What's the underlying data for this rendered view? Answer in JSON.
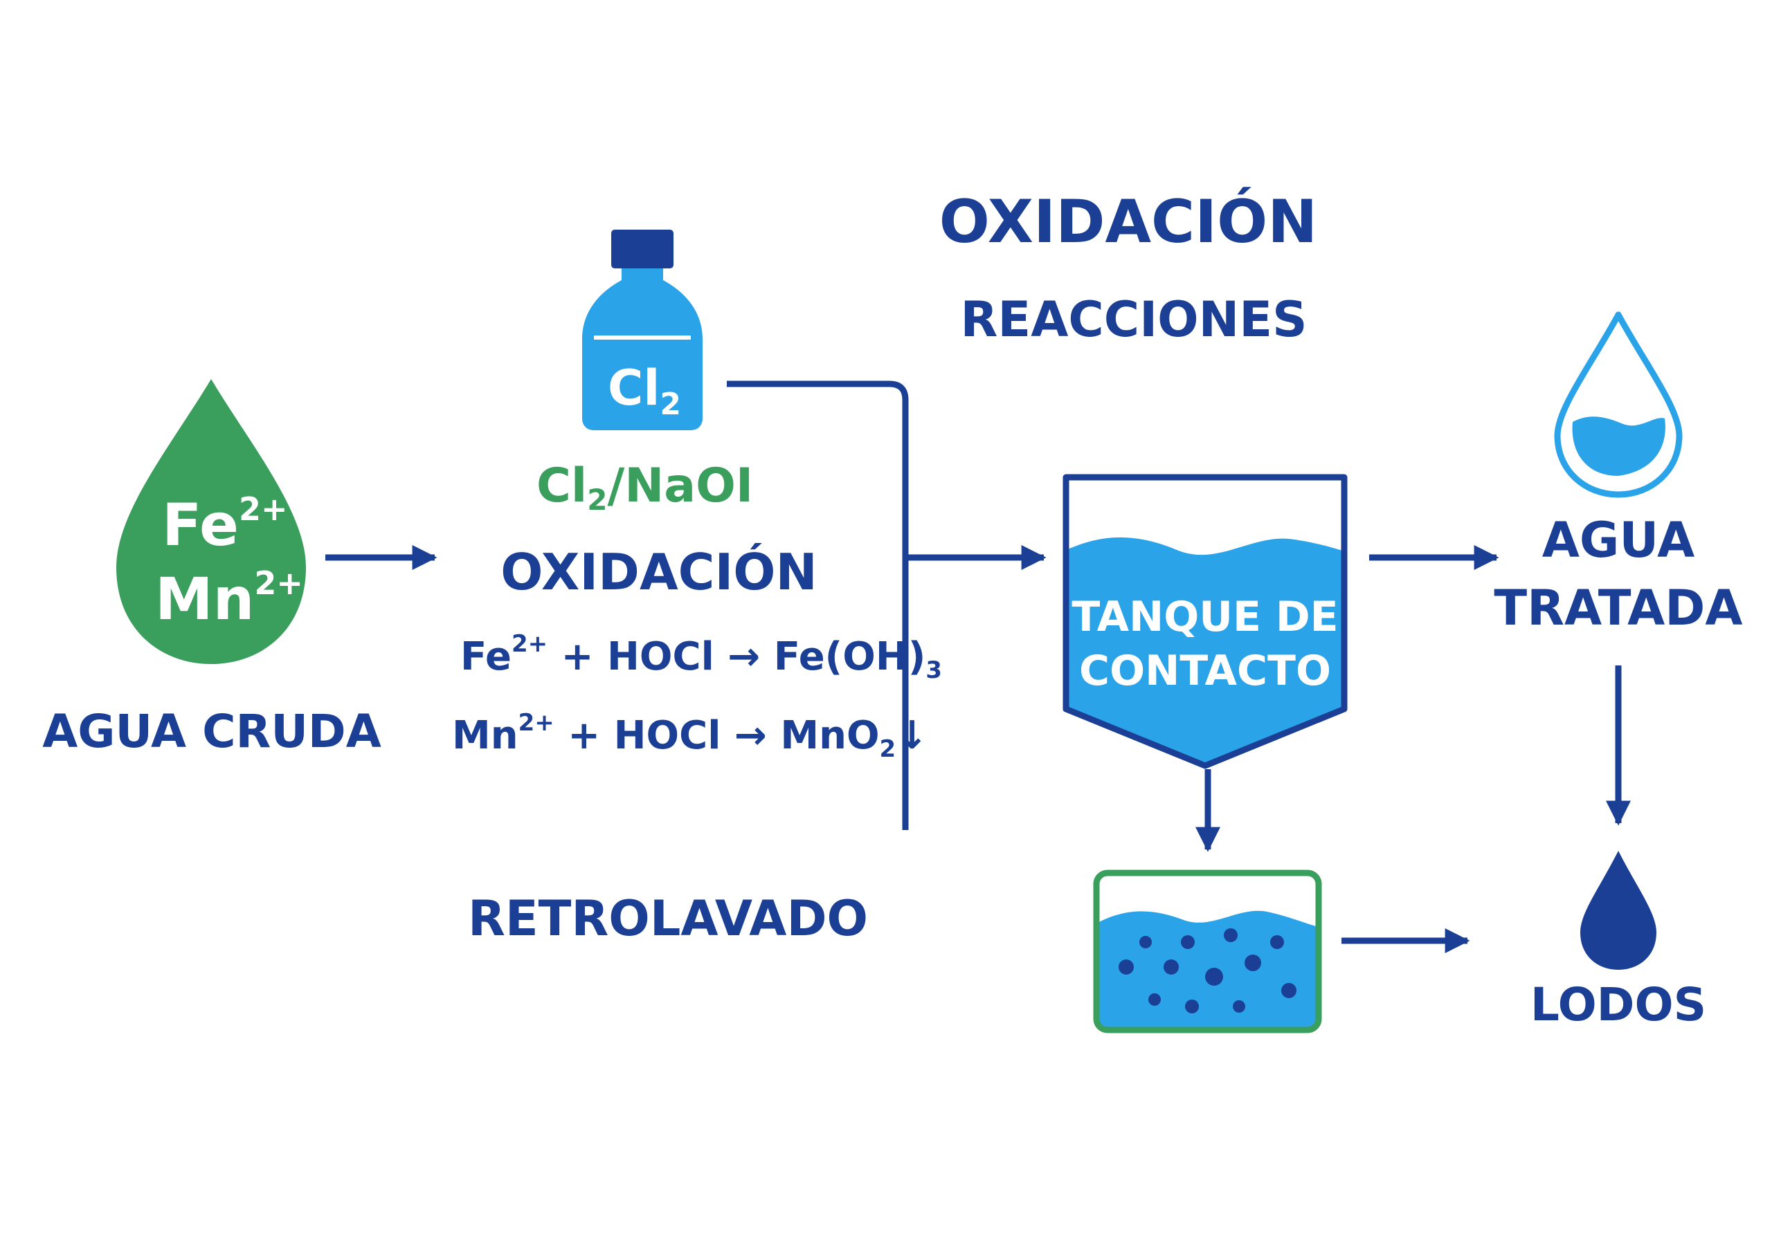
{
  "colors": {
    "navy": "#1b3f94",
    "blue": "#2ba3e8",
    "green": "#3a9e5c",
    "white": "#ffffff"
  },
  "header": {
    "title": "OXIDACIÓN",
    "subtitle": "REACCIONES"
  },
  "raw_water": {
    "icon": "drop-icon",
    "ion_fe": "Fe",
    "ion_fe_charge": "2+",
    "ion_mn": "Mn",
    "ion_mn_charge": "2+",
    "label": "AGUA CRUDA"
  },
  "oxidant": {
    "icon": "bottle-icon",
    "bottle_symbol": "Cl",
    "bottle_symbol_sub": "2",
    "label_cl": "Cl",
    "label_sub": "2",
    "label_rest": "/NaOI"
  },
  "oxidation": {
    "heading": "OXIDACIÓN",
    "eq1": {
      "fe": "Fe",
      "fe_charge": "2+",
      "mid": " + HOCl → Fe(OH)",
      "sub": "3"
    },
    "eq2": {
      "mn": "Mn",
      "mn_charge": "2+",
      "mid": " + HOCl → MnO",
      "sub": "2",
      "arrow": "↓"
    }
  },
  "backwash": {
    "label": "RETROLAVADO"
  },
  "tank": {
    "icon": "tank-icon",
    "line1": "TANQUE DE",
    "line2": "CONTACTO"
  },
  "sediment": {
    "icon": "sediment-basin-icon"
  },
  "treated": {
    "icon": "water-drop-outline-icon",
    "line1": "AGUA",
    "line2": "TRATADA"
  },
  "sludge": {
    "icon": "sludge-drop-icon",
    "label": "LODOS"
  }
}
